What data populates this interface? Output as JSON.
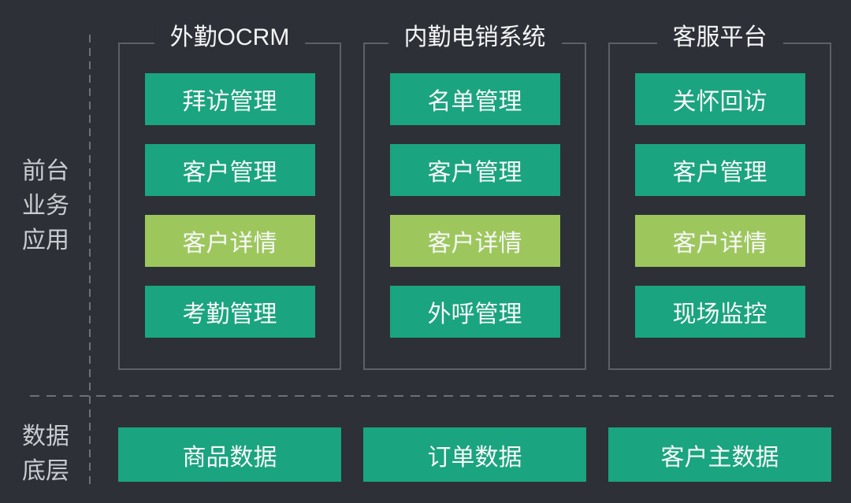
{
  "colors": {
    "bg": "#2d3037",
    "teal": "#1aa47f",
    "lime": "#9dc75d",
    "border": "#5d6066",
    "dash": "#6d7177",
    "title_text": "#f2f4f5",
    "box_text": "#f7f8f8",
    "side_label_text": "#c9ccd0"
  },
  "side_labels": {
    "front": [
      "前台",
      "业务",
      "应用"
    ],
    "data": [
      "数据",
      "底层"
    ]
  },
  "columns": [
    {
      "title": "外勤OCRM",
      "boxes": [
        {
          "label": "拜访管理",
          "variant": "normal"
        },
        {
          "label": "客户管理",
          "variant": "normal"
        },
        {
          "label": "客户详情",
          "variant": "highlight"
        },
        {
          "label": "考勤管理",
          "variant": "normal"
        }
      ]
    },
    {
      "title": "内勤电销系统",
      "boxes": [
        {
          "label": "名单管理",
          "variant": "normal"
        },
        {
          "label": "客户管理",
          "variant": "normal"
        },
        {
          "label": "客户详情",
          "variant": "highlight"
        },
        {
          "label": "外呼管理",
          "variant": "normal"
        }
      ]
    },
    {
      "title": "客服平台",
      "boxes": [
        {
          "label": "关怀回访",
          "variant": "normal"
        },
        {
          "label": "客户管理",
          "variant": "normal"
        },
        {
          "label": "客户详情",
          "variant": "highlight"
        },
        {
          "label": "现场监控",
          "variant": "normal"
        }
      ]
    }
  ],
  "bottom_row": [
    {
      "label": "商品数据"
    },
    {
      "label": "订单数据"
    },
    {
      "label": "客户主数据"
    }
  ]
}
